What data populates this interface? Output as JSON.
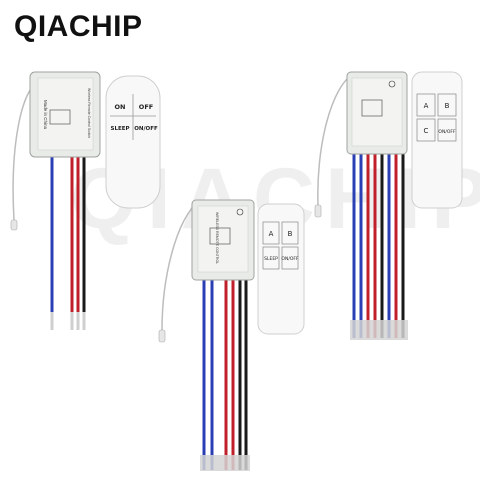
{
  "brand": {
    "name": "QIACHIP"
  },
  "watermark": {
    "text": "QIACHIP"
  },
  "products": [
    {
      "id": "set-1",
      "receiver_label": "Made in China",
      "remote_buttons": [
        "ON",
        "OFF",
        "SLEEP",
        "ON/OFF"
      ]
    },
    {
      "id": "set-2",
      "remote_buttons": [
        "A",
        "B",
        "SLEEP",
        "ON/OFF"
      ]
    },
    {
      "id": "set-3",
      "remote_buttons": [
        "A",
        "B",
        "C",
        "ON/OFF"
      ]
    }
  ],
  "colors": {
    "wire_blue": "#2b3fb5",
    "wire_red": "#c0202a",
    "wire_black": "#1a1a1a",
    "receiver_body": "#e9ebe8",
    "remote_body": "#f8f8f8"
  }
}
